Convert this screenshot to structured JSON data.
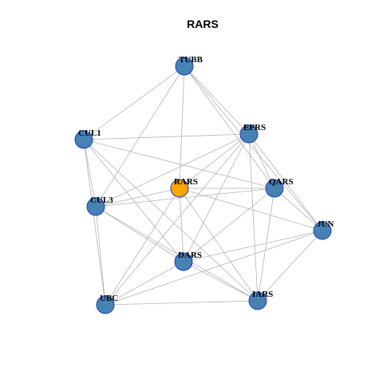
{
  "title": "RARS",
  "colors": {
    "node_fill": "#4682b4",
    "node_highlight": "#ffa500",
    "node_border": "#1f3fbf",
    "edge": "#b4b4b4",
    "background": "#ffffff"
  },
  "nodes": [
    {
      "id": "TUBB",
      "label": "TUBB",
      "highlight": false
    },
    {
      "id": "EPRS",
      "label": "EPRS",
      "highlight": false
    },
    {
      "id": "CUL1",
      "label": "CUL1",
      "highlight": false
    },
    {
      "id": "RARS",
      "label": "RARS",
      "highlight": true
    },
    {
      "id": "QARS",
      "label": "QARS",
      "highlight": false
    },
    {
      "id": "CUL3",
      "label": "CUL3",
      "highlight": false
    },
    {
      "id": "JUN",
      "label": "JUN",
      "highlight": false
    },
    {
      "id": "DARS",
      "label": "DARS",
      "highlight": false
    },
    {
      "id": "UBC",
      "label": "UBC",
      "highlight": false
    },
    {
      "id": "IARS",
      "label": "IARS",
      "highlight": false
    }
  ],
  "edges": [
    [
      "TUBB",
      "CUL1"
    ],
    [
      "TUBB",
      "EPRS"
    ],
    [
      "TUBB",
      "RARS"
    ],
    [
      "TUBB",
      "CUL3"
    ],
    [
      "TUBB",
      "QARS"
    ],
    [
      "TUBB",
      "JUN"
    ],
    [
      "CUL1",
      "EPRS"
    ],
    [
      "CUL1",
      "CUL3"
    ],
    [
      "CUL1",
      "UBC"
    ],
    [
      "CUL1",
      "DARS"
    ],
    [
      "CUL1",
      "QARS"
    ],
    [
      "CUL1",
      "IARS"
    ],
    [
      "EPRS",
      "CUL3"
    ],
    [
      "EPRS",
      "RARS"
    ],
    [
      "EPRS",
      "DARS"
    ],
    [
      "EPRS",
      "QARS"
    ],
    [
      "EPRS",
      "JUN"
    ],
    [
      "EPRS",
      "IARS"
    ],
    [
      "EPRS",
      "UBC"
    ],
    [
      "RARS",
      "CUL3"
    ],
    [
      "RARS",
      "QARS"
    ],
    [
      "RARS",
      "DARS"
    ],
    [
      "RARS",
      "UBC"
    ],
    [
      "RARS",
      "IARS"
    ],
    [
      "RARS",
      "JUN"
    ],
    [
      "QARS",
      "CUL3"
    ],
    [
      "QARS",
      "DARS"
    ],
    [
      "QARS",
      "IARS"
    ],
    [
      "QARS",
      "JUN"
    ],
    [
      "CUL3",
      "UBC"
    ],
    [
      "CUL3",
      "DARS"
    ],
    [
      "CUL3",
      "IARS"
    ],
    [
      "JUN",
      "DARS"
    ],
    [
      "JUN",
      "IARS"
    ],
    [
      "JUN",
      "UBC"
    ],
    [
      "DARS",
      "UBC"
    ],
    [
      "DARS",
      "IARS"
    ],
    [
      "UBC",
      "IARS"
    ]
  ]
}
